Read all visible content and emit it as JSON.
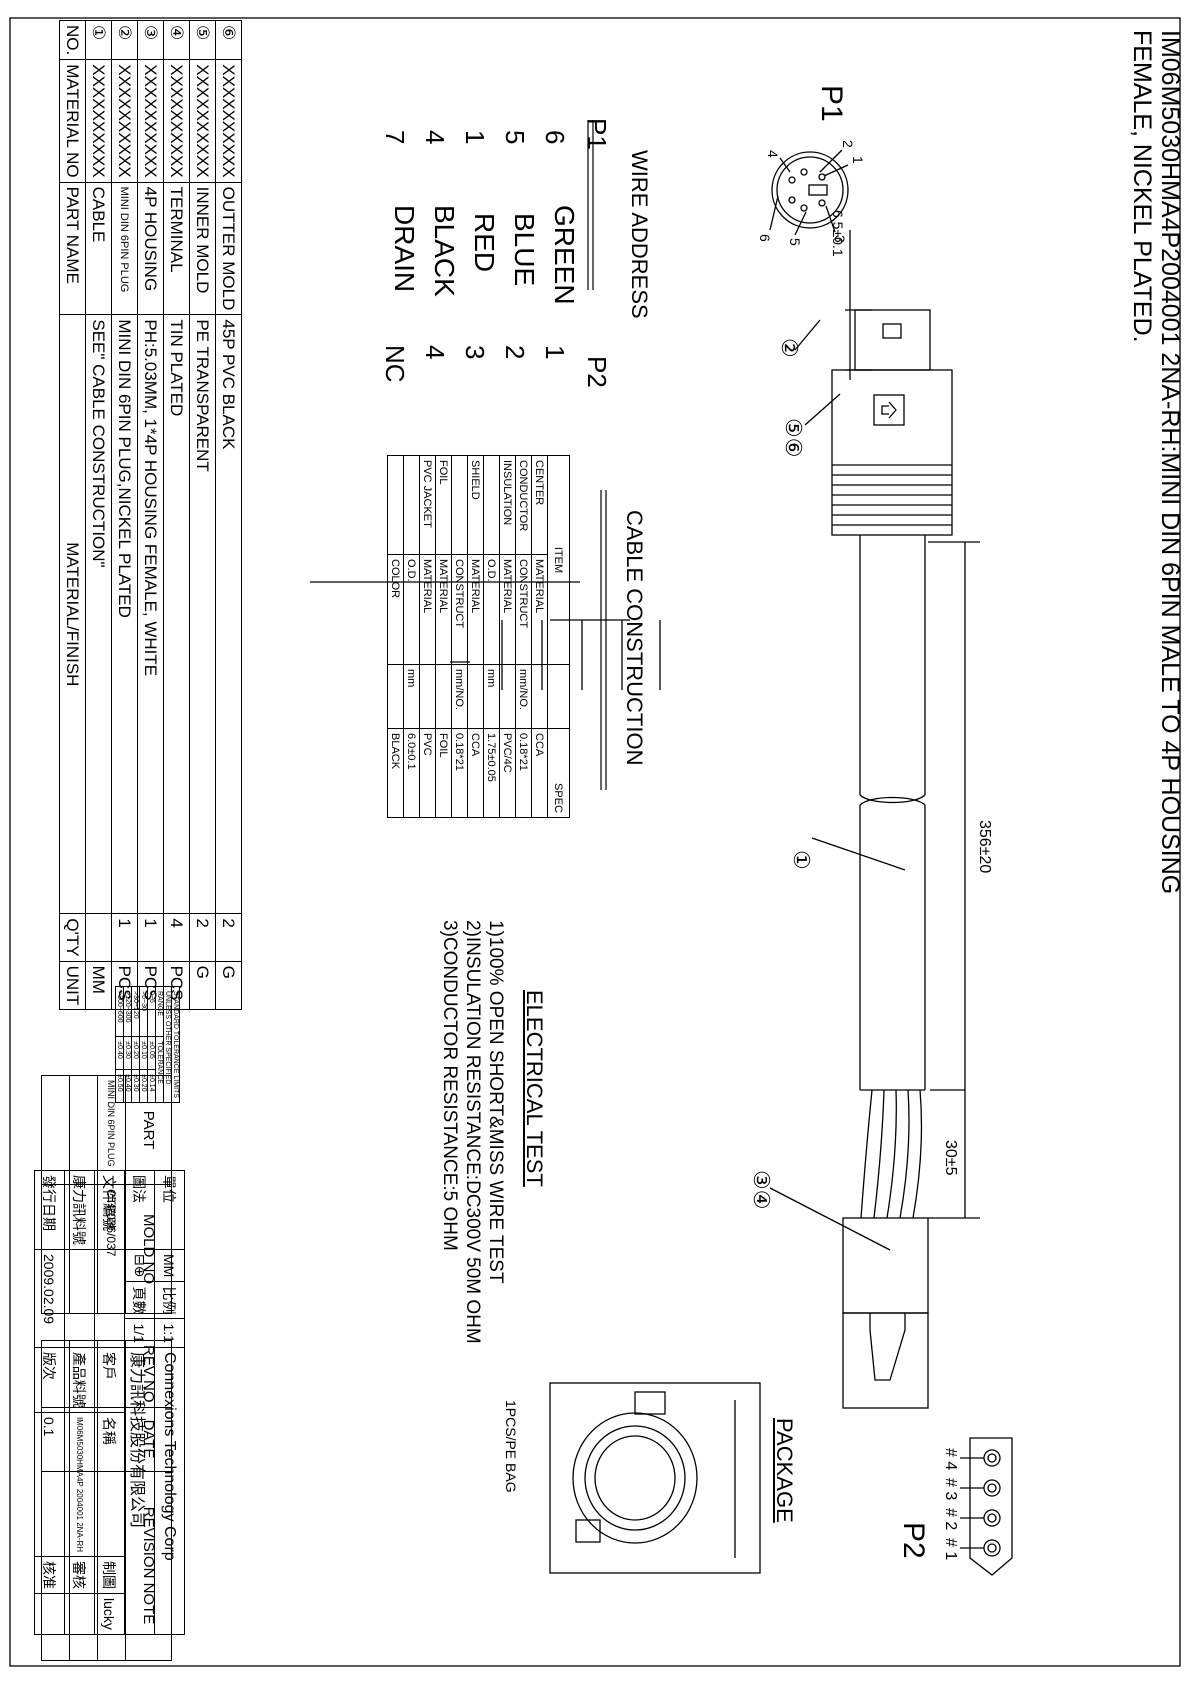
{
  "title_line1": "IM06M5030HMA4P2004001 2NA-RH:MINI DIN 6PIN MALE TO  4P HOUSING",
  "title_line2": "FEMALE, NICKEL PLATED.",
  "p1_label": "P1",
  "p2_label": "P2",
  "p1_pins": [
    "1",
    "2",
    "3",
    "4",
    "5",
    "6"
  ],
  "p2_pins": [
    "# 1",
    "# 2",
    "# 3",
    "# 4"
  ],
  "dims": {
    "plug": "6.5±0.1",
    "overall": "356±20",
    "strip": "30±5"
  },
  "callouts": [
    "①",
    "②",
    "③④",
    "⑤⑥"
  ],
  "wire_address": {
    "title": "WIRE ADDRESS",
    "p1": "P1",
    "p2": "P2",
    "rows": [
      {
        "p1": "6",
        "color": "GREEN",
        "p2": "1"
      },
      {
        "p1": "5",
        "color": "BLUE",
        "p2": "2"
      },
      {
        "p1": "1",
        "color": "RED",
        "p2": "3"
      },
      {
        "p1": "4",
        "color": "BLACK",
        "p2": "4"
      },
      {
        "p1": "7",
        "color": "DRAIN",
        "p2": "NC"
      }
    ]
  },
  "cable_construction": {
    "title": "CABLE CONSTRUCTION",
    "headers": [
      "ITEM",
      "",
      "SPEC"
    ],
    "rows": [
      [
        "CENTER",
        "MATERIAL",
        "",
        "CCA"
      ],
      [
        "CONDUCTOR",
        "CONSTRUCT",
        "mm/NO.",
        "0.18*21"
      ],
      [
        "INSULATION",
        "MATERIAL",
        "",
        "PVC/4C"
      ],
      [
        "",
        "O.D.",
        "mm",
        "1.75±0.05"
      ],
      [
        "SHIELD",
        "MATERIAL",
        "",
        "CCA"
      ],
      [
        "",
        "CONSTRUCT",
        "mm/NO.",
        "0.18*21"
      ],
      [
        "FOIL",
        "MATERIAL",
        "",
        "FOIL"
      ],
      [
        "PVC JACKET",
        "MATERIAL",
        "",
        "PVC"
      ],
      [
        "",
        "O.D.",
        "mm",
        "6.0±0.1"
      ],
      [
        "",
        "COLOR",
        "",
        "BLACK"
      ]
    ]
  },
  "electrical_test": {
    "title": "ELECTRICAL TEST",
    "lines": [
      "1)100% OPEN SHORT&MISS WIRE TEST",
      "2)INSULATION RESISTANCE:DC300V 50M OHM",
      "3)CONDUCTOR RESISTANCE:5 OHM"
    ]
  },
  "package": {
    "title": "PACKAGE",
    "note": "1PCS/PE BAG"
  },
  "part_table": {
    "headers": [
      "PART",
      "MOLD NO"
    ],
    "row": [
      "MINI DIN 6PIN PLUG",
      "CTP036/037"
    ]
  },
  "revision_table": {
    "headers": [
      "REV NO",
      "DATE",
      "REVISION NOTE"
    ]
  },
  "bom": {
    "headers": [
      "NO.",
      "MATERIAL NO",
      "PART NAME",
      "MATERIAL/FINISH",
      "Q'TY",
      "UNIT"
    ],
    "rows": [
      [
        "⑥",
        "XXXXXXXXXX",
        "OUTTER MOLD",
        "45P PVC BLACK",
        "2",
        "G"
      ],
      [
        "⑤",
        "XXXXXXXXXX",
        "INNER MOLD",
        "PE TRANSPARENT",
        "2",
        "G"
      ],
      [
        "④",
        "XXXXXXXXXX",
        "TERMINAL",
        "TIN PLATED",
        "4",
        "PCS"
      ],
      [
        "③",
        "XXXXXXXXXX",
        "4P HOUSING",
        "PH:5.03MM, 1*4P HOUSING FEMALE, WHITE",
        "1",
        "PCS"
      ],
      [
        "②",
        "XXXXXXXXXX",
        "MINI DIN 6PIN PLUG",
        "MINI DIN 6PIN PLUG,NICKEL PLATED",
        "1",
        "PCS"
      ],
      [
        "①",
        "XXXXXXXXXX",
        "CABLE",
        "SEE\"  CABLE CONSTRUCTION\"",
        "",
        "MM"
      ]
    ]
  },
  "tolerance": {
    "title": "STANDARD TOLERANCE LIMITS",
    "subtitle": "UNLESS OTHER SPECIFIED",
    "headers": [
      "RANGE",
      "TOLERANCE"
    ],
    "rows": [
      [
        "0~6",
        "±0.05",
        "±0.14"
      ],
      [
        ">6~30",
        "±0.10",
        "±0.20"
      ],
      [
        ">30~120",
        "±0.20",
        "±0.30"
      ],
      [
        ">120~300",
        "±0.30",
        "±0.40"
      ],
      [
        ">300~600",
        "±0.40",
        "±0.50"
      ]
    ]
  },
  "title_block": {
    "unit_label": "單位",
    "unit": "MM",
    "scale_label": "比例",
    "scale": "1:1",
    "company_en": "Connexions Technology Corp",
    "company_cn": "康力訊科技股份有限公司",
    "method_label": "圖法",
    "method_symbol": "⊟⊕",
    "pages_label": "頁數",
    "pages": "1/1",
    "customer_label": "客戶",
    "doc_label": "文件編號",
    "cpn_label": "康力訊料號",
    "product_label": "產品料號",
    "product_no": "IM06M5030HMA4P 2004001 2NA-RH",
    "date_label": "發行日期",
    "date": "2009.02.09",
    "version_label": "版次",
    "version": "0.1",
    "name_label": "名稱",
    "drawn_label": "制圖",
    "drawn": "lucky",
    "checked_label": "審核",
    "approved_label": "核准"
  }
}
